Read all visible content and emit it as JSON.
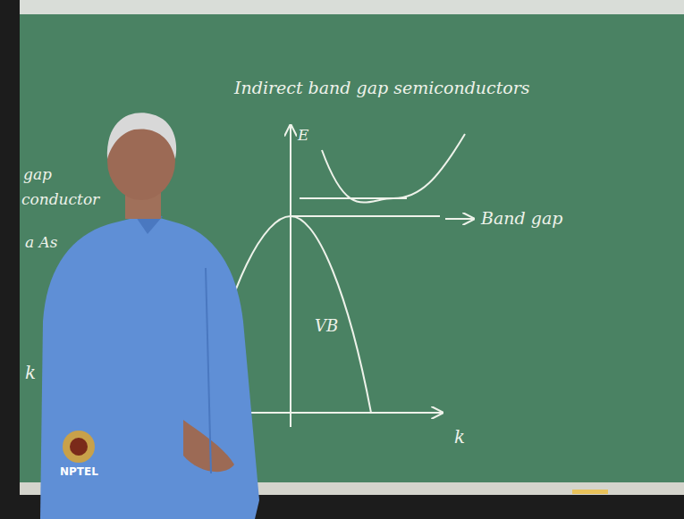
{
  "diagram": {
    "title": "Indirect band gap semiconductors",
    "labels": [
      "E",
      "VB",
      "Band gap",
      "k",
      "gap",
      "conductor",
      "a As",
      "k",
      "NPTEL"
    ]
  }
}
